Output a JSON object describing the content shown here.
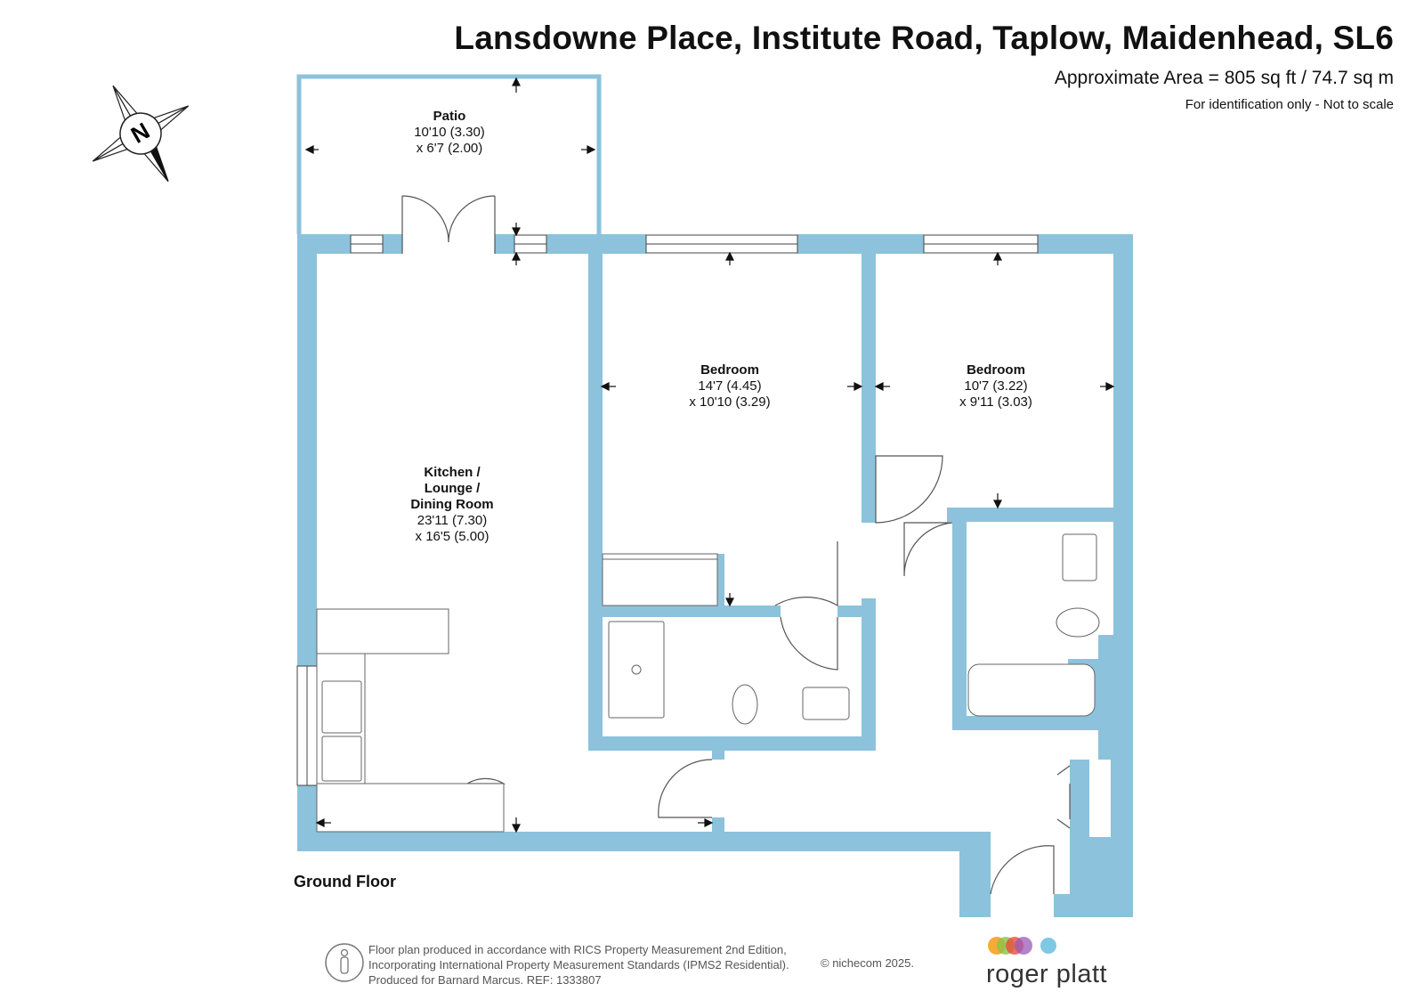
{
  "header": {
    "title": "Lansdowne Place, Institute Road, Taplow, Maidenhead, SL6",
    "area": "Approximate Area = 805 sq ft / 74.7 sq m",
    "disclaimer": "For identification only - Not to scale"
  },
  "rooms": [
    {
      "name": "Patio",
      "dim1": "10'10 (3.30)",
      "dim2": "x 6'7 (2.00)"
    },
    {
      "name": "Bedroom",
      "dim1": "14'7 (4.45)",
      "dim2": "x 10'10 (3.29)"
    },
    {
      "name": "Bedroom",
      "dim1": "10'7 (3.22)",
      "dim2": "x 9'11 (3.03)"
    },
    {
      "name_lines": [
        "Kitchen /",
        "Lounge /",
        "Dining Room"
      ],
      "dim1": "23'11 (7.30)",
      "dim2": "x 16'5 (5.00)"
    }
  ],
  "floor_label": "Ground Floor",
  "footer": {
    "line1": "Floor plan produced in accordance with RICS Property Measurement 2nd Edition,",
    "line2": "Incorporating International Property Measurement Standards (IPMS2 Residential).",
    "line3": "Produced for Barnard Marcus.   REF:  1333807",
    "copyright": "© nichecom 2025."
  },
  "brand": {
    "name": "roger platt",
    "dot_colors": [
      "#f39c12",
      "#8bc34a",
      "#e74c3c",
      "#9b59b6",
      "#7ec8e3"
    ]
  },
  "colors": {
    "wall": "#8cc2dc"
  },
  "compass": {
    "icon": "compass-north-icon",
    "label": "N"
  }
}
